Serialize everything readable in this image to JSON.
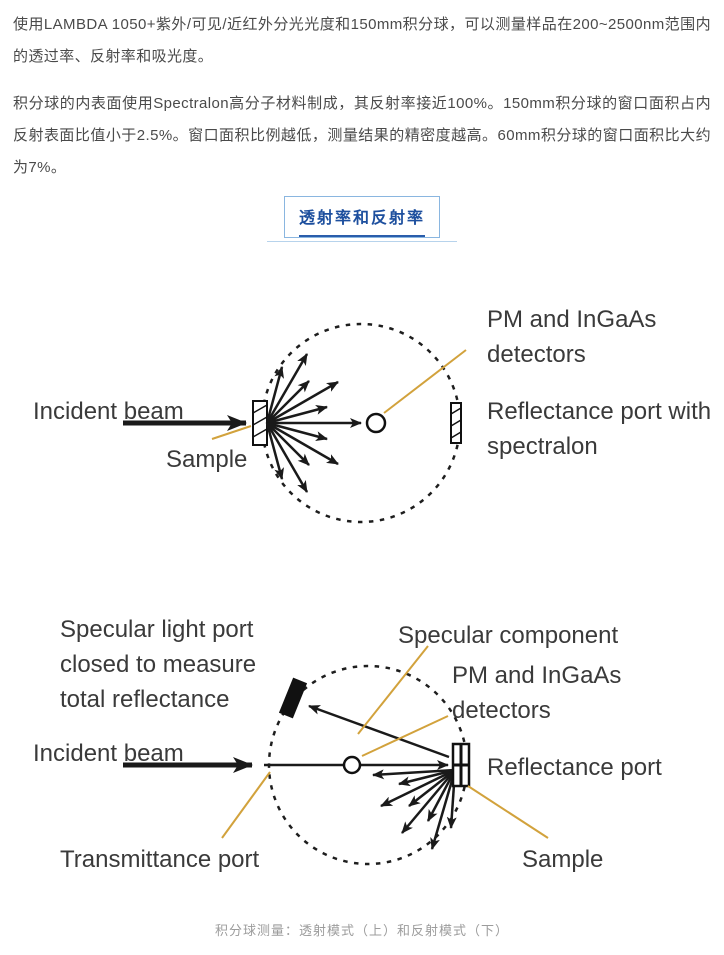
{
  "article": {
    "paragraph1": "使用LAMBDA 1050+紫外/可见/近红外分光光度和150mm积分球，可以测量样品在200~2500nm范围内的透过率、反射率和吸光度。",
    "paragraph2": "积分球的内表面使用Spectralon高分子材料制成，其反射率接近100%。150mm积分球的窗口面积占内反射表面比值小于2.5%。窗口面积比例越低，测量结果的精密度越高。60mm积分球的窗口面积比大约为7%。",
    "section_title": "透射率和反射率",
    "caption": "积分球测量：透射模式（上）和反射模式（下）"
  },
  "transmittance_diagram": {
    "detectors_label": "PM and InGaAs detectors",
    "incident_beam_label": "Incident beam",
    "sample_label": "Sample",
    "reflectance_port_label": "Reflectance port with spectralon"
  },
  "reflectance_diagram": {
    "specular_port_label": "Specular light port closed to measure total reflectance",
    "specular_component_label": "Specular component",
    "detectors_label": "PM and InGaAs detectors",
    "incident_beam_label": "Incident beam",
    "reflectance_port_label": "Reflectance port",
    "transmittance_port_label": "Transmittance port",
    "sample_label": "Sample"
  },
  "colors": {
    "accent_blue": "#1d4f9e",
    "title_box_border": "#8ab6e0",
    "title_underline": "#2a5dab",
    "callout_yellow": "#d2a23c",
    "diagram_ink": "#1a1a1a",
    "body_text": "#4a4a4a",
    "caption_gray": "#9c9c9c"
  }
}
